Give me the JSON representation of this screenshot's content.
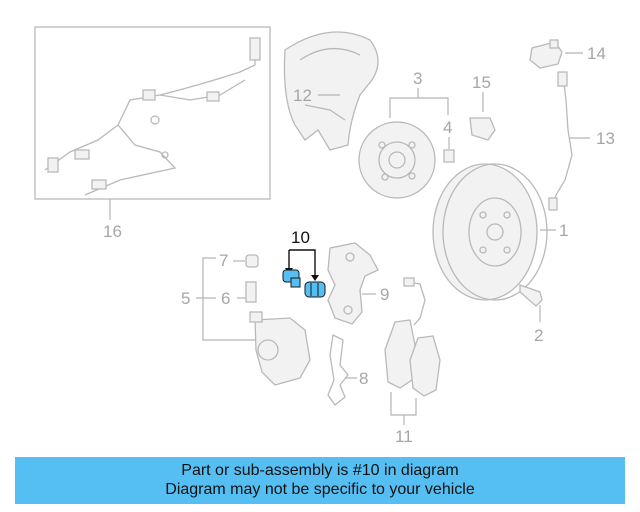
{
  "callouts": {
    "c1": "1",
    "c2": "2",
    "c3": "3",
    "c4": "4",
    "c5": "5",
    "c6": "6",
    "c7": "7",
    "c8": "8",
    "c9": "9",
    "c10": "10",
    "c11": "11",
    "c12": "12",
    "c13": "13",
    "c14": "14",
    "c15": "15",
    "c16": "16"
  },
  "highlight": {
    "part": "10",
    "color": "#55bff3"
  },
  "banner": {
    "line1": "Part or sub-assembly is #10 in diagram",
    "line2": "Diagram may not be specific to your vehicle",
    "color": "#55bff3"
  }
}
